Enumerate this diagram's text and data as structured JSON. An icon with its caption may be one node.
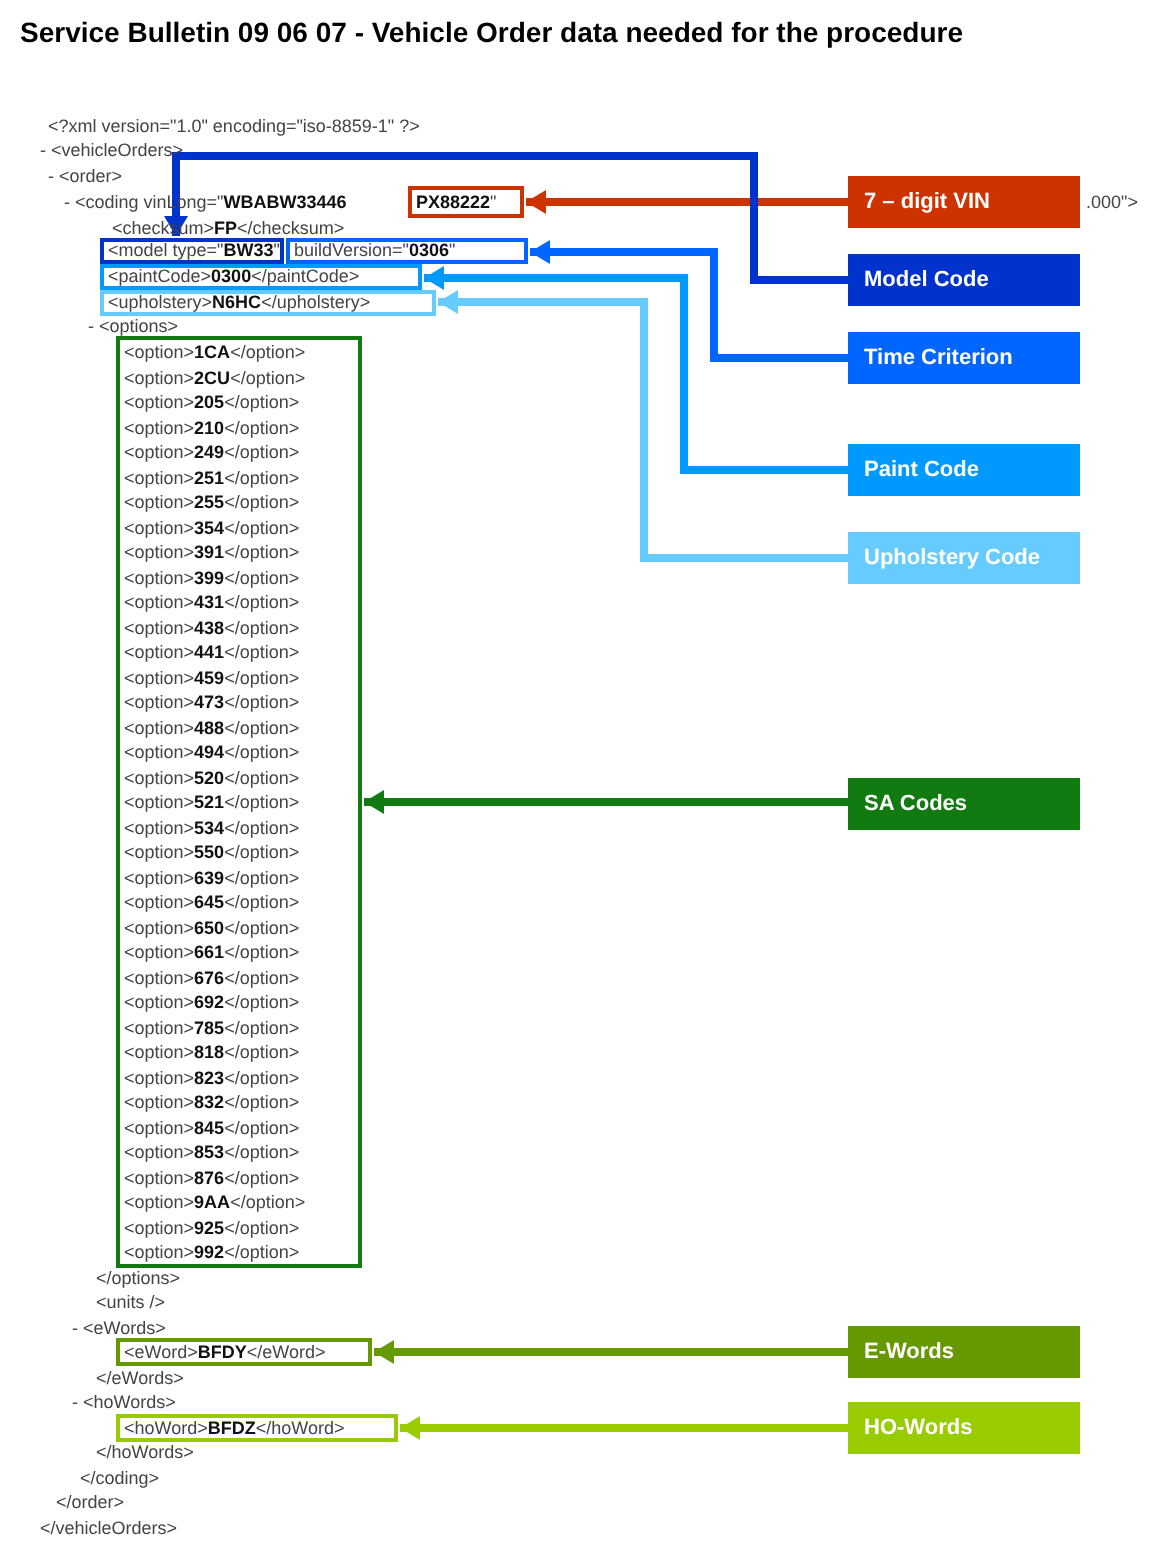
{
  "diagram": {
    "title": "Service Bulletin 09 06 07 - Vehicle Order data needed for the procedure",
    "nodes": [
      {
        "text": [
          "**PX88222**\""
        ]
      },
      {
        "text": [
          "<model type=\"**BW33**\""
        ]
      },
      {
        "text": [
          "buildVersion=\"**0306**\""
        ]
      },
      {
        "text": [
          "<paintCode>**0300**</paintCode>"
        ]
      },
      {
        "text": [
          "<upholstery>**N6HC**</upholstery>"
        ]
      },
      {
        "text": [
          "<option>**1CA**</option>",
          "<option>**2CU**</option>",
          "<option>**205**</option>",
          "<option>**210**</option>",
          "<option>**249**</option>",
          "<option>**251**</option>",
          "<option>**255**</option>",
          "<option>**354**</option>",
          "<option>**391**</option>",
          "<option>**399**</option>",
          "<option>**431**</option>",
          "<option>**438**</option>",
          "<option>**441**</option>",
          "<option>**459**</option>",
          "<option>**473**</option>",
          "<option>**488**</option>",
          "<option>**494**</option>",
          "<option>**520**</option>",
          "<option>**521**</option>",
          "<option>**534**</option>",
          "<option>**550**</option>",
          "<option>**639**</option>",
          "<option>**645**</option>",
          "<option>**650**</option>",
          "<option>**661**</option>",
          "<option>**676**</option>",
          "<option>**692**</option>",
          "<option>**785**</option>",
          "<option>**818**</option>",
          "<option>**823**</option>",
          "<option>**832**</option>",
          "<option>**845**</option>",
          "<option>**853**</option>",
          "<option>**876**</option>",
          "<option>**9AA**</option>",
          "<option>**925**</option>",
          "<option>**992**</option>"
        ]
      },
      {
        "text": [
          "<eWord>**BFDY**</eWord>"
        ]
      },
      {
        "text": [
          "<hoWord>**BFDZ**</hoWord>"
        ]
      },
      {
        "text": [
          "7 – digit VIN"
        ]
      },
      {
        "text": [
          "Model Code"
        ]
      },
      {
        "text": [
          "Time Criterion"
        ]
      },
      {
        "text": [
          "Paint Code"
        ]
      },
      {
        "text": [
          "Upholstery Code"
        ]
      },
      {
        "text": [
          "SA Codes"
        ]
      },
      {
        "text": [
          "E-Words"
        ]
      },
      {
        "text": [
          "HO-Words"
        ]
      }
    ],
    "edges": [
      {
        "from": 8,
        "to": 0,
        "arrow": "to",
        "color": "#cc3300"
      },
      {
        "from": 9,
        "to": 1,
        "arrow": "to",
        "color": "#0033cc"
      },
      {
        "from": 10,
        "to": 2,
        "arrow": "to",
        "color": "#0066ff"
      },
      {
        "from": 11,
        "to": 3,
        "arrow": "to",
        "color": "#0099ff"
      },
      {
        "from": 12,
        "to": 4,
        "arrow": "to",
        "color": "#66ccff"
      },
      {
        "from": 13,
        "to": 5,
        "arrow": "to",
        "color": "#117a11"
      },
      {
        "from": 14,
        "to": 6,
        "arrow": "to",
        "color": "#669900"
      },
      {
        "from": 15,
        "to": 7,
        "arrow": "to",
        "color": "#99cc00"
      }
    ],
    "labels": [
      "<?xml version=\"1.0\" encoding=\"iso-8859-1\" ?>",
      "- <vehicleOrders>",
      "- <order>",
      "- <coding vinLong=\"**WBABW33446**",
      ".000\">",
      "<checksum>**FP**</checksum>",
      "- <options>",
      "</options>",
      "<units />",
      "- <eWords>",
      "</eWords>",
      "- <hoWords>",
      "</hoWords>",
      "</coding>",
      "</order>",
      "</vehicleOrders>"
    ]
  }
}
